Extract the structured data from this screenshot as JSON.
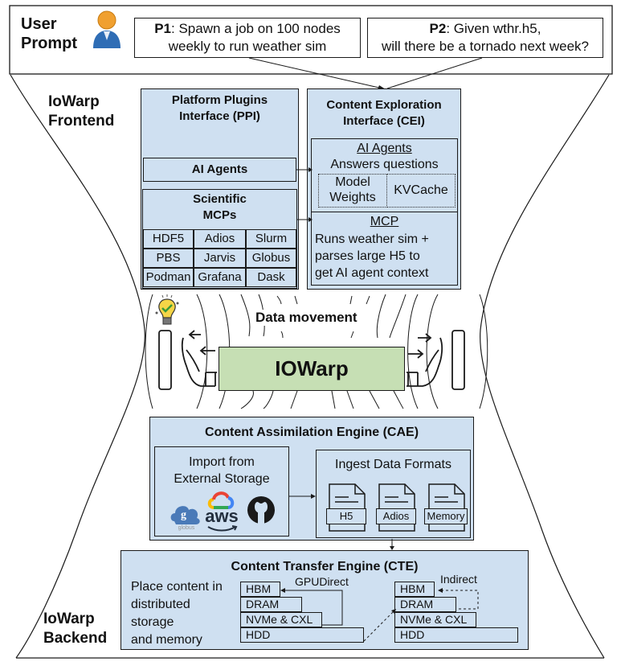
{
  "header": {
    "user_prompt_label": "User\nPrompt",
    "prompts": [
      {
        "id": "P1",
        "text": ": Spawn a job on 100 nodes",
        "line2": "weekly to run weather sim"
      },
      {
        "id": "P2",
        "text": ": Given wthr.h5,",
        "line2": "will there be a tornado next week?"
      }
    ]
  },
  "frontend": {
    "label_line1": "IoWarp",
    "label_line2": "Frontend",
    "ppi": {
      "title_line1": "Platform Plugins",
      "title_line2": "Interface (PPI)",
      "ai_agents": "AI Agents",
      "scientific_mcps_line1": "Scientific",
      "scientific_mcps_line2": "MCPs",
      "mcp_grid": [
        [
          "HDF5",
          "Adios",
          "Slurm"
        ],
        [
          "PBS",
          "Jarvis",
          "Globus"
        ],
        [
          "Podman",
          "Grafana",
          "Dask"
        ]
      ]
    },
    "cei": {
      "title_line1": "Content Exploration",
      "title_line2": "Interface (CEI)",
      "ai_agents_heading": "AI Agents",
      "ai_agents_desc": "Answers questions",
      "model_weights_line1": "Model",
      "model_weights_line2": "Weights",
      "kvcache": "KVCache",
      "mcp_heading": "MCP",
      "mcp_desc_line1": "Runs weather sim +",
      "mcp_desc_line2": "parses large H5 to",
      "mcp_desc_line3": "get AI agent context"
    }
  },
  "middle": {
    "data_movement": "Data movement",
    "core_label": "IOWarp",
    "colors": {
      "core_fill": "#c6dfb4",
      "box_fill": "#cfe0f1",
      "bulb": "#f5d547",
      "check": "#3a9a3a"
    }
  },
  "cae": {
    "title": "Content Assimilation Engine (CAE)",
    "import_line1": "Import from",
    "import_line2": "External Storage",
    "providers": [
      "globus",
      "google-cloud",
      "aws",
      "github"
    ],
    "globus_caption": "globus",
    "aws_caption": "aws",
    "ingest_title": "Ingest Data Formats",
    "formats": [
      "H5",
      "Adios",
      "Memory"
    ]
  },
  "backend": {
    "label_line1": "IoWarp",
    "label_line2": "Backend",
    "cte": {
      "title": "Content Transfer Engine (CTE)",
      "desc": [
        "Place content in",
        "distributed",
        "storage",
        "and memory"
      ],
      "left_tiers": [
        "HBM",
        "DRAM",
        "NVMe & CXL",
        "HDD"
      ],
      "right_tiers": [
        "HBM",
        "DRAM",
        "NVMe & CXL",
        "HDD"
      ],
      "gpudirect_label": "GPUDirect",
      "indirect_label": "Indirect"
    }
  }
}
